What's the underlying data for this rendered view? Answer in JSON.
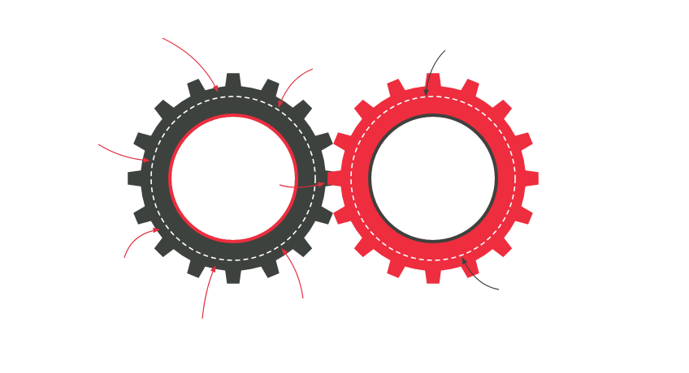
{
  "colors": {
    "background": "#ffffff",
    "gear_dark": "#3d423e",
    "gear_red": "#ee2d3e",
    "dashed_line": "#ffffff",
    "arrow_red": "#e0303e",
    "arrow_dark": "#3d423e"
  },
  "gears": [
    {
      "name": "dark-gear",
      "fill": "#3d423e",
      "rim": "#ee2d3e",
      "teeth": 16
    },
    {
      "name": "red-gear",
      "fill": "#ee2d3e",
      "rim": "#3d423e",
      "teeth": 16
    }
  ],
  "annotations": {
    "dark_gear_arrow_count": 7,
    "red_gear_arrow_count": 2
  }
}
